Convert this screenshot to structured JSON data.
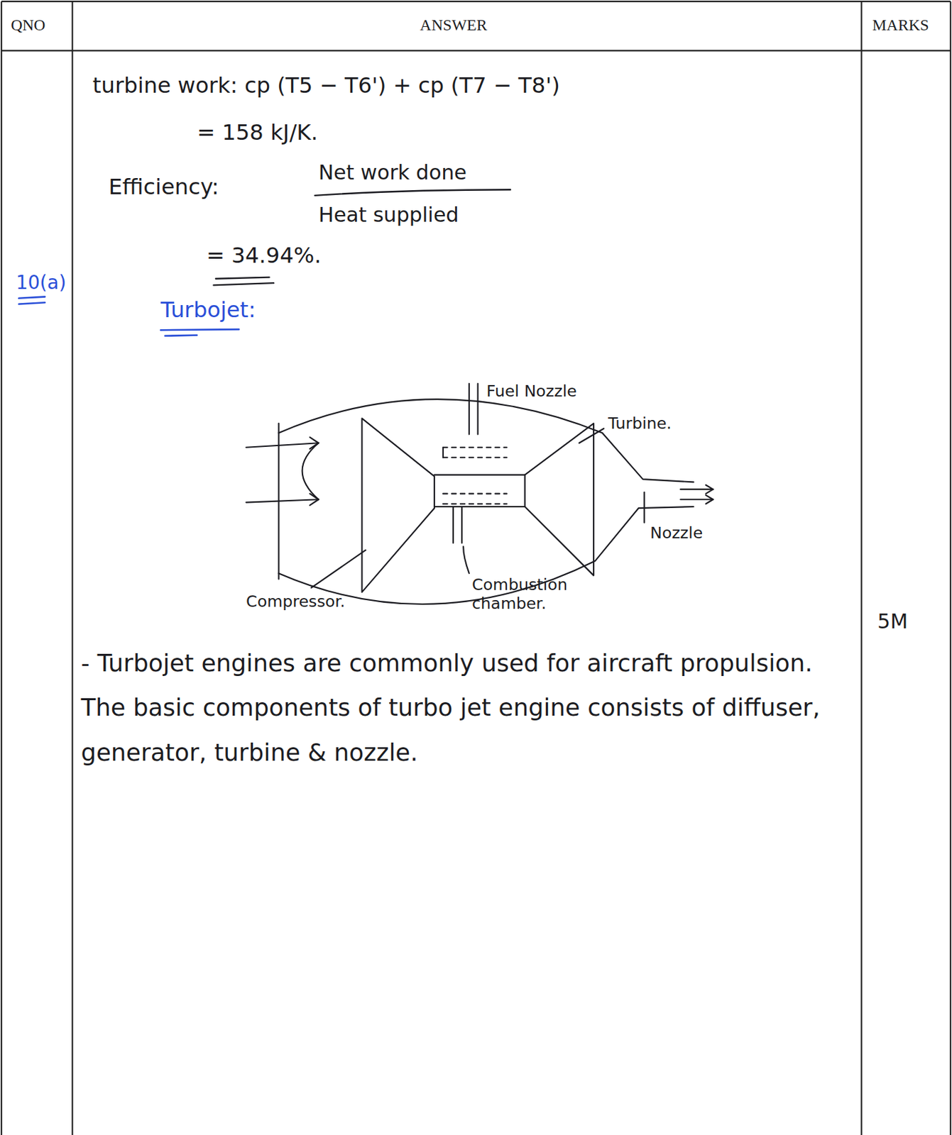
{
  "diagram": {
    "labels": [
      "QNO",
      "ANSWER",
      "MARKS",
      "turbine work: cp (T5 − T6') + cp (T7 − T8')",
      "= 158 kJ/K.",
      "Efficiency:",
      "Net work done",
      "Heat supplied",
      "= 34.94%.",
      "10(a)",
      "Turbojet:",
      "Fuel Nozzle",
      "Turbine.",
      "Nozzle",
      "Compressor.",
      "Combustion chamber.",
      "5M",
      "- Turbojet engines are commonly used for aircraft propulsion. The basic components of turbo jet engine consists of diffuser, generator, turbine & nozzle."
    ]
  }
}
